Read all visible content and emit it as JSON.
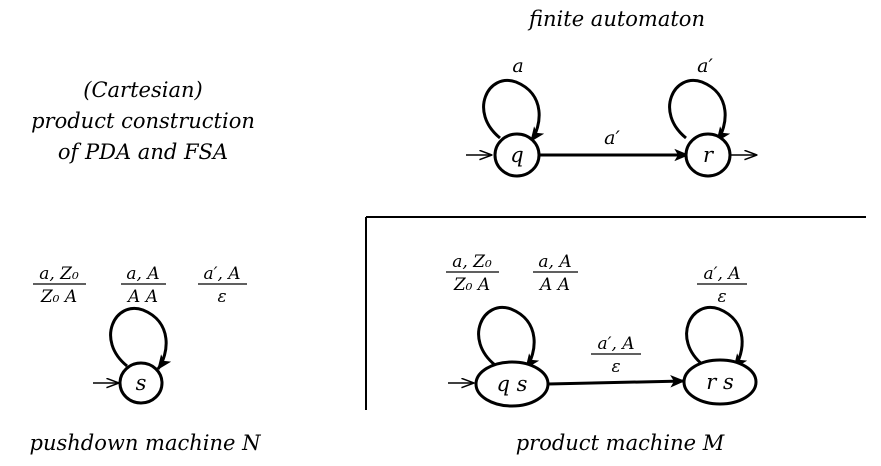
{
  "titles": {
    "finite_automaton": "finite automaton",
    "product_line1": "(Cartesian)",
    "product_line2": "product construction",
    "product_line3": "of PDA and FSA",
    "pushdown": "pushdown machine N",
    "product_machine": "product machine M"
  },
  "fsa": {
    "state_q": "q",
    "state_r": "r",
    "loop_q_label": "a",
    "loop_r_label": "a′",
    "edge_label": "a′"
  },
  "pda": {
    "state_s": "s",
    "rule1": {
      "top": "a, Z₀",
      "bottom": "Z₀ A"
    },
    "rule2": {
      "top": "a, A",
      "bottom": "A A"
    },
    "rule3": {
      "top": "a′, A",
      "bottom": "ε"
    }
  },
  "product": {
    "state_qs": "q s",
    "state_rs": "r s",
    "loop_qs_rule1": {
      "top": "a, Z₀",
      "bottom": "Z₀ A"
    },
    "loop_qs_rule2": {
      "top": "a, A",
      "bottom": "A A"
    },
    "edge_rule": {
      "top": "a′, A",
      "bottom": "ε"
    },
    "loop_rs_rule": {
      "top": "a′, A",
      "bottom": "ε"
    }
  }
}
